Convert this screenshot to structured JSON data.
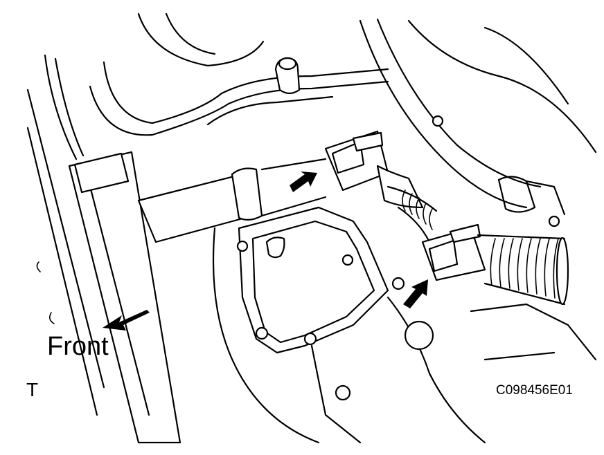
{
  "labels": {
    "front": "Front",
    "view_code": "T",
    "figure_code": "C098456E01"
  },
  "colors": {
    "ink": "#000000",
    "paper": "#ffffff"
  }
}
